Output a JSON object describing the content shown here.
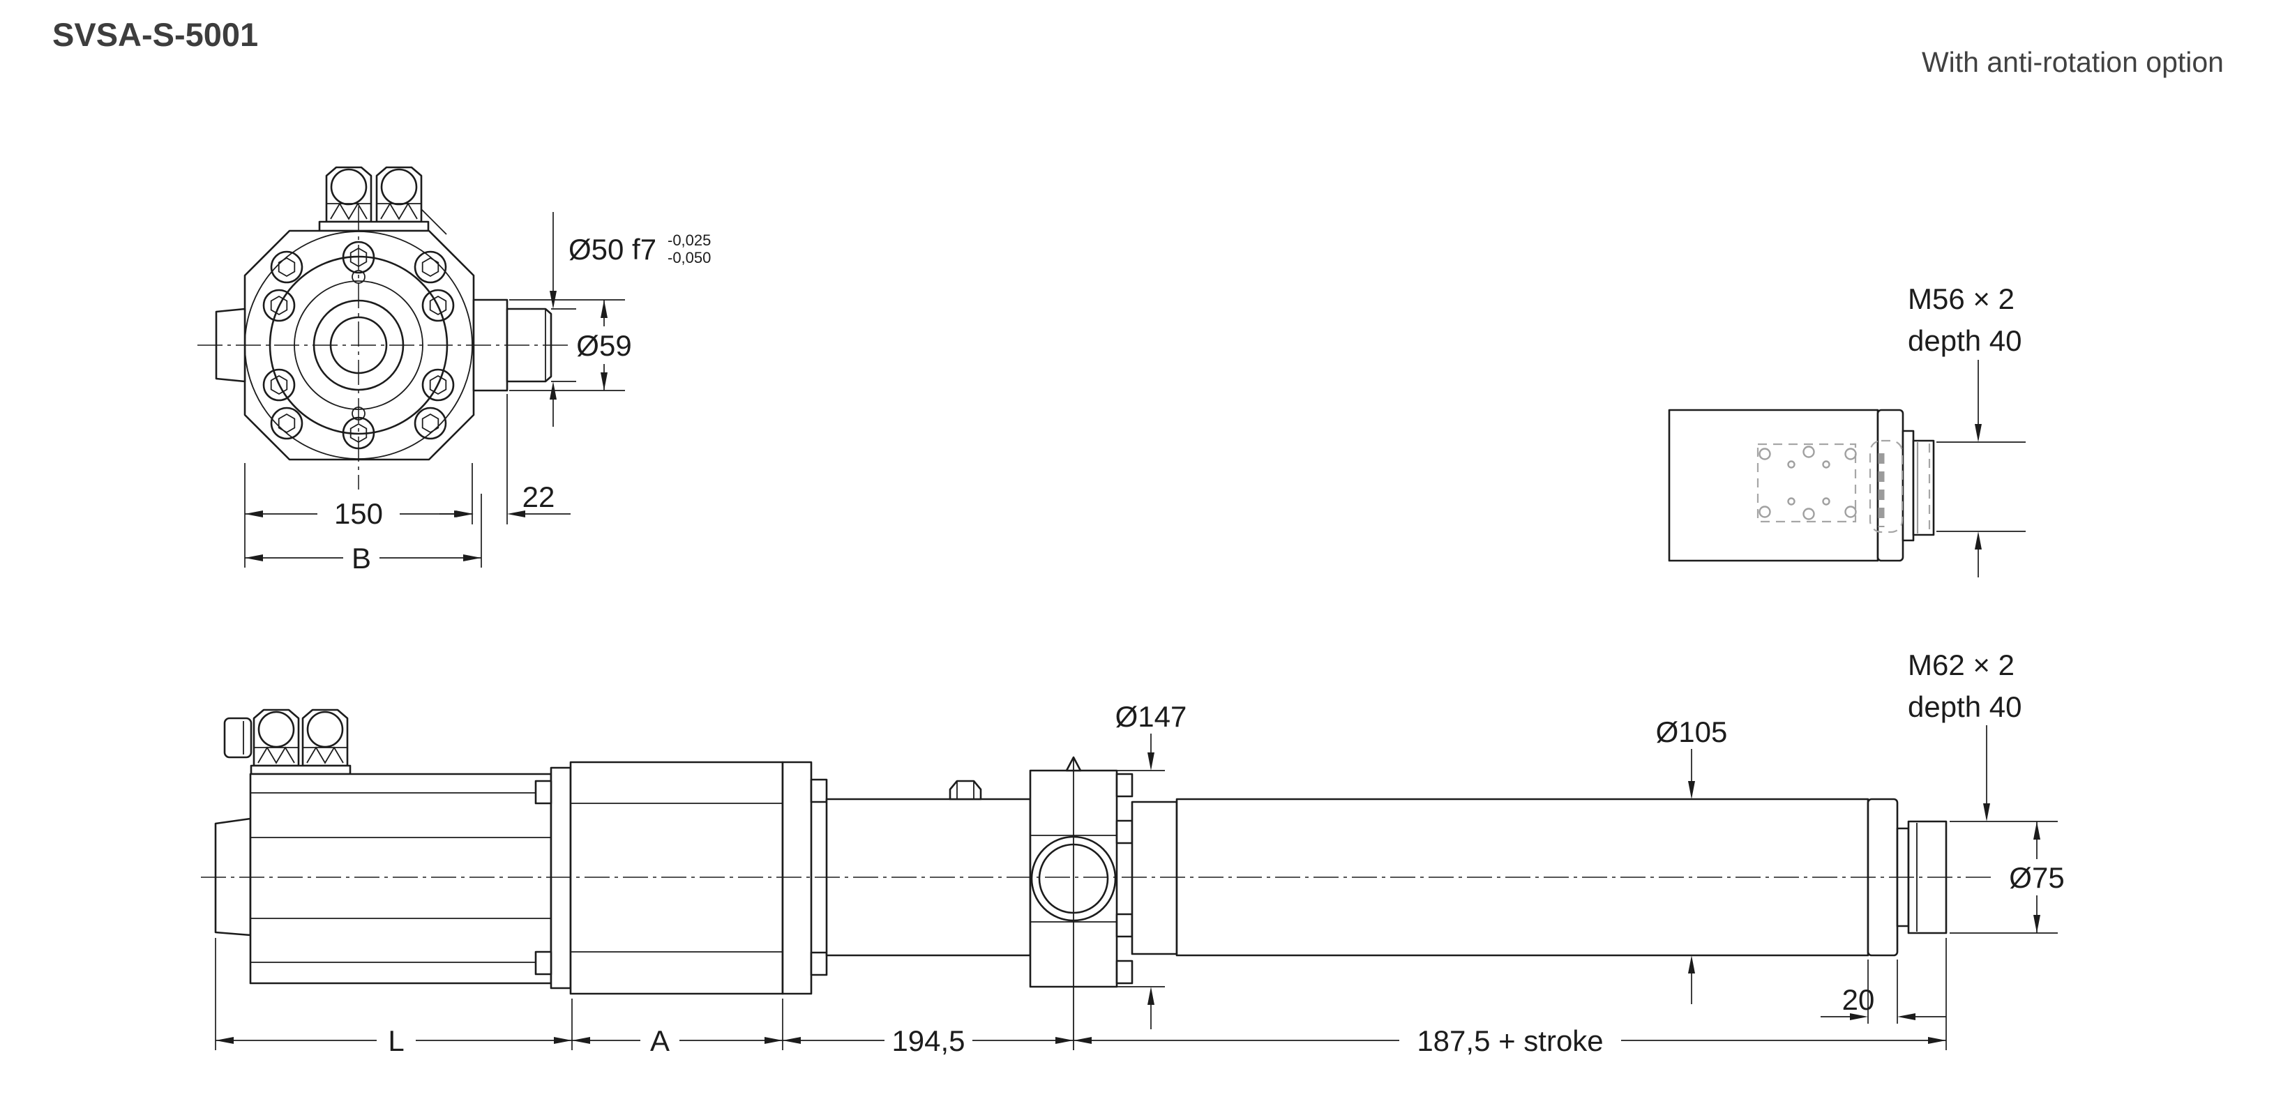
{
  "title": "SVSA-S-5001",
  "note": "With anti-rotation option",
  "colors": {
    "line": "#1c1c1c",
    "hidden_gray": "#a0a0a0",
    "background": "#ffffff",
    "title_text": "#3d3d3d"
  },
  "front_view": {
    "shaft_dia": "Ø50 f7",
    "shaft_tol_upper": "-0,025",
    "shaft_tol_lower": "-0,050",
    "boss_dia": "Ø59",
    "boss_length": "22",
    "flange_width": "150",
    "overall_width": "B"
  },
  "rod_end_view": {
    "thread": "M56 × 2",
    "depth": "depth 40"
  },
  "side_view": {
    "block_dia": "Ø147",
    "tube_dia": "Ø105",
    "rod_thread": "M62 × 2",
    "rod_depth": "depth 40",
    "rod_dia": "Ø75",
    "collar_width": "20",
    "motor_length": "L",
    "gearbox_length": "A",
    "mid_length": "194,5",
    "stroke_length": "187,5 + stroke"
  }
}
